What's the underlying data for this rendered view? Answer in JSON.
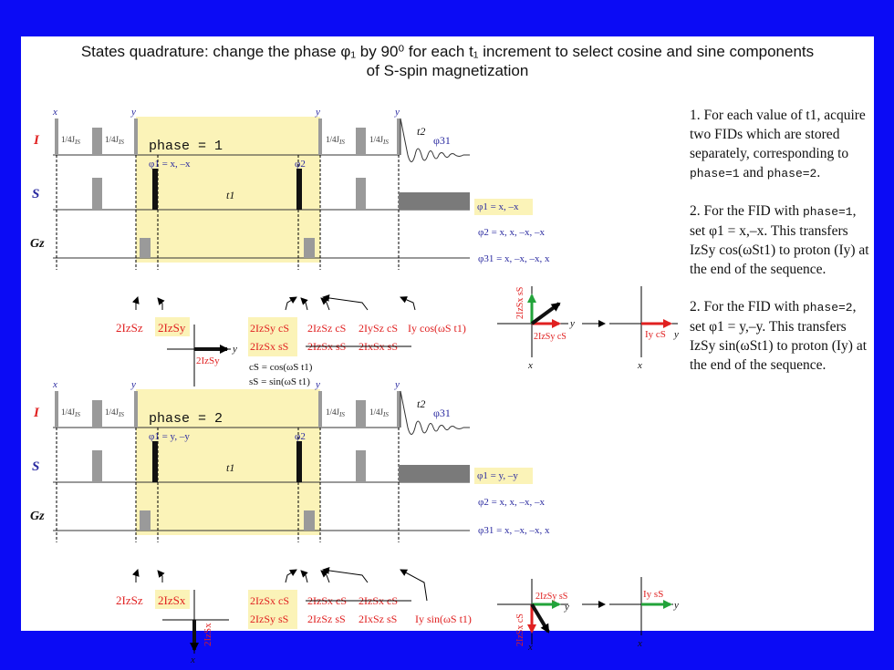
{
  "title": {
    "line1": "States quadrature: change the phase φ₁ by 90⁰ for each t₁ increment to select cosine and sine components",
    "line2": "of S-spin magnetization"
  },
  "colors": {
    "background": "#0b0bf5",
    "highlight": "#fbf3b8",
    "red": "#e02020",
    "blue": "#2a2aa0",
    "green": "#22a33a",
    "gray": "#9a9a9a"
  },
  "channels": {
    "I": "I",
    "S": "S",
    "Gz": "Gz"
  },
  "pulse_labels": {
    "x": "x",
    "y": "y",
    "delay": "1/4J",
    "delay_sub": "IS",
    "t1": "t1",
    "t2": "t2",
    "phi2": "φ2",
    "phi31": "φ31"
  },
  "panels": [
    {
      "phase_label": "phase = 1",
      "phi1": "φ1 = x, –x",
      "phase_box": "φ1 = x, –x",
      "phi2_list": "φ2 = x, x, –x, –x",
      "phi31_list": "φ31 = x, –x, –x, x",
      "annotations": {
        "a1": "2IzSz",
        "a2": "2IzSy",
        "h1": "2IzSy cS",
        "h2": "2IzSx sS",
        "n1": "2IzSz cS",
        "n2": "2IySz cS",
        "n3": "Iy cos(ωS t1)",
        "n4": "2IzSx sS",
        "n5": "2IxSx sS",
        "def1": "cS = cos(ωS t1)",
        "def2": "sS = sin(ωS t1)"
      },
      "vector_label": "2IzSy",
      "vec_right": {
        "v1": "2IzSx sS",
        "v2": "2IzSy cS",
        "out": "Iy cS"
      }
    },
    {
      "phase_label": "phase = 2",
      "phi1": "φ1 = y, –y",
      "phase_box": "φ1 = y, –y",
      "phi2_list": "φ2 = x, x, –x, –x",
      "phi31_list": "φ31 = x, –x, –x, x",
      "annotations": {
        "a1": "2IzSz",
        "a2": "2IzSx",
        "h1": "2IzSx cS",
        "h2": "2IzSy sS",
        "n1": "2IzSx cS",
        "n2": "2IzSx cS",
        "n3": "Iy sin(ωS t1)",
        "n4": "2IzSz sS",
        "n5": "2IxSz sS"
      },
      "vector_label": "2IzSx",
      "vec_right": {
        "v1": "2IzSy sS",
        "v2": "2IzSx cS",
        "out": "Iy sS"
      }
    }
  ],
  "axes": {
    "x": "x",
    "y": "y"
  },
  "notes": {
    "p1": [
      "1. For each value of t1, acquire two FIDs which are stored separately, corresponding to ",
      "phase=1",
      " and ",
      "phase=2",
      "."
    ],
    "p2": [
      "2. For the FID with ",
      "phase=1",
      ", set φ1 = x,–x. This transfers IzSy cos(ωSt1) to proton (Iy) at the end of the sequence."
    ],
    "p3": [
      "2. For the FID with ",
      "phase=2",
      ", set φ1 = y,–y. This transfers IzSy sin(ωSt1) to proton (Iy) at the end of the sequence."
    ]
  }
}
